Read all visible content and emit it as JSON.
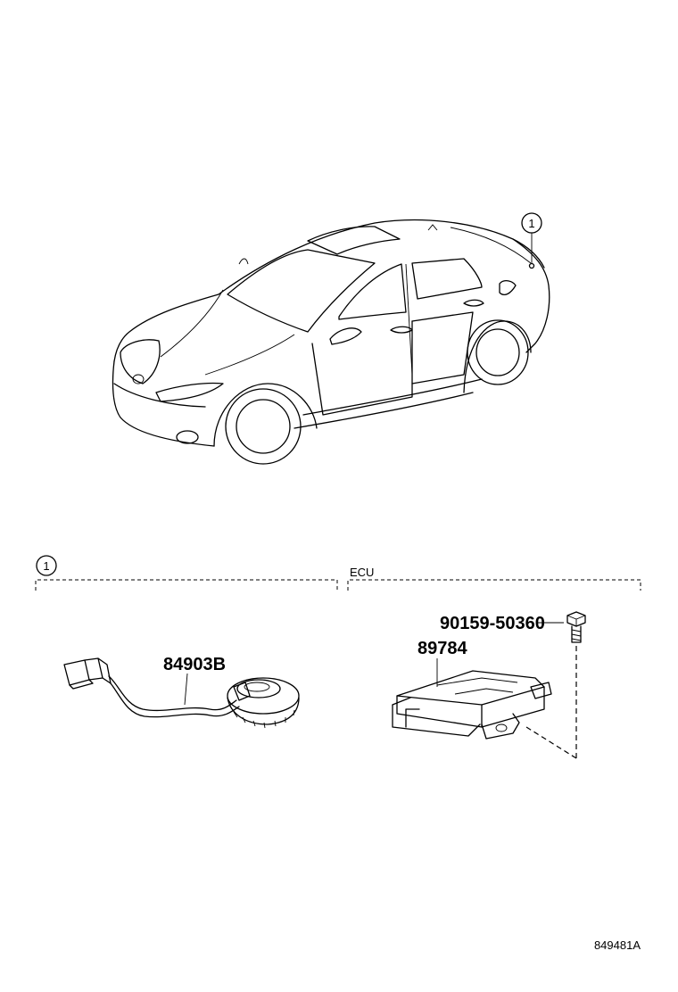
{
  "callout": {
    "symbol": "1"
  },
  "sections": {
    "left": {
      "marker": "1"
    },
    "right": {
      "title": "ECU"
    }
  },
  "parts": [
    {
      "number": "84903B"
    },
    {
      "number": "90159-50360"
    },
    {
      "number": "89784"
    }
  ],
  "figure_code": "849481A"
}
